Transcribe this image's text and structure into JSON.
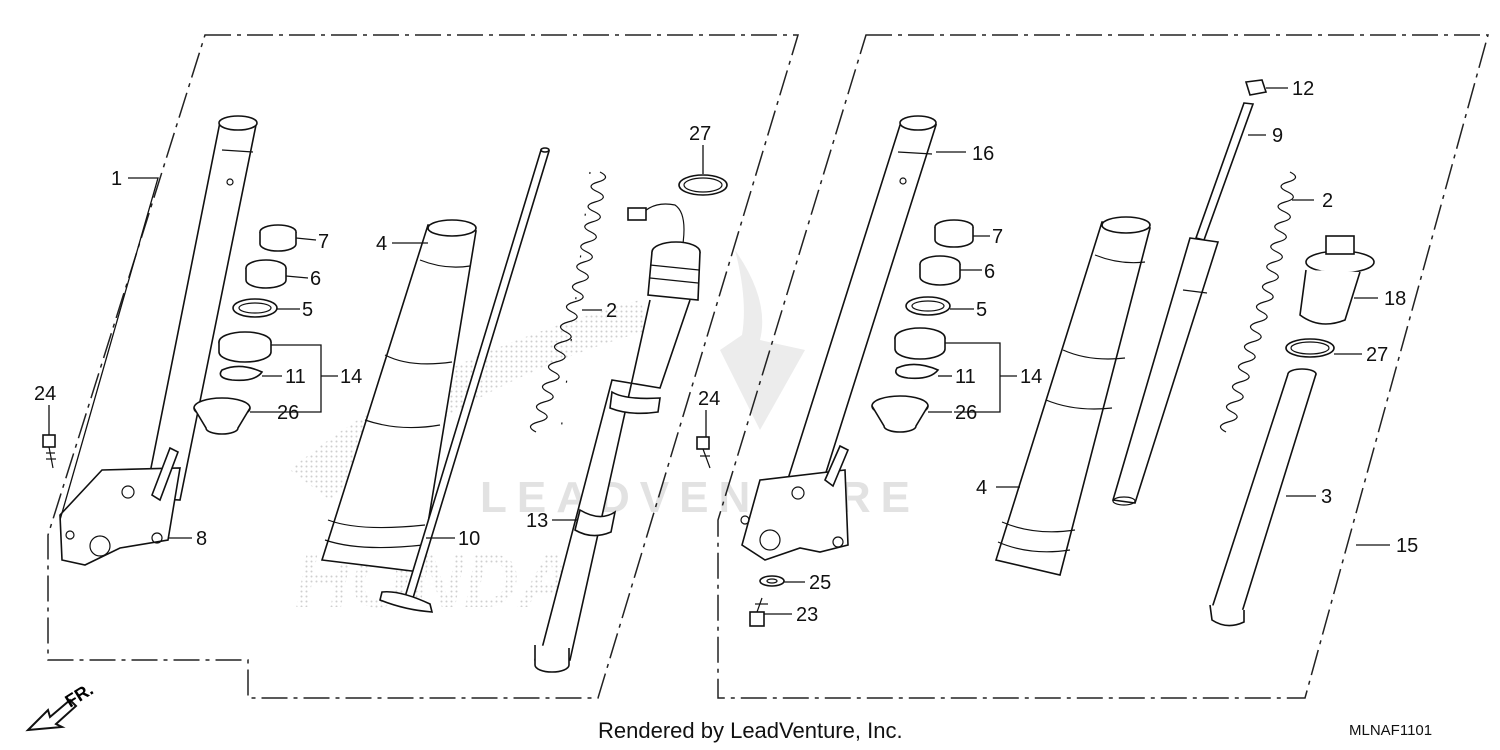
{
  "callouts": {
    "c1": "1",
    "c2a": "2",
    "c2b": "2",
    "c3": "3",
    "c4a": "4",
    "c4b": "4",
    "c5a": "5",
    "c5b": "5",
    "c6a": "6",
    "c6b": "6",
    "c7a": "7",
    "c7b": "7",
    "c8": "8",
    "c9": "9",
    "c10": "10",
    "c11a": "11",
    "c11b": "11",
    "c12": "12",
    "c13": "13",
    "c14a": "14",
    "c14b": "14",
    "c15": "15",
    "c16": "16",
    "c18": "18",
    "c23": "23",
    "c24a": "24",
    "c24b": "24",
    "c25": "25",
    "c26a": "26",
    "c26b": "26",
    "c27a": "27",
    "c27b": "27"
  },
  "watermark": {
    "text": "LEADVENTURE",
    "brand": "HONDA"
  },
  "direction": {
    "label": "FR."
  },
  "footer": {
    "rendered_by": "Rendered by LeadVenture, Inc.",
    "diagram_code": "MLNAF1101"
  },
  "colors": {
    "ink": "#111111",
    "watermark": "#d6d6d6",
    "background": "#ffffff"
  }
}
